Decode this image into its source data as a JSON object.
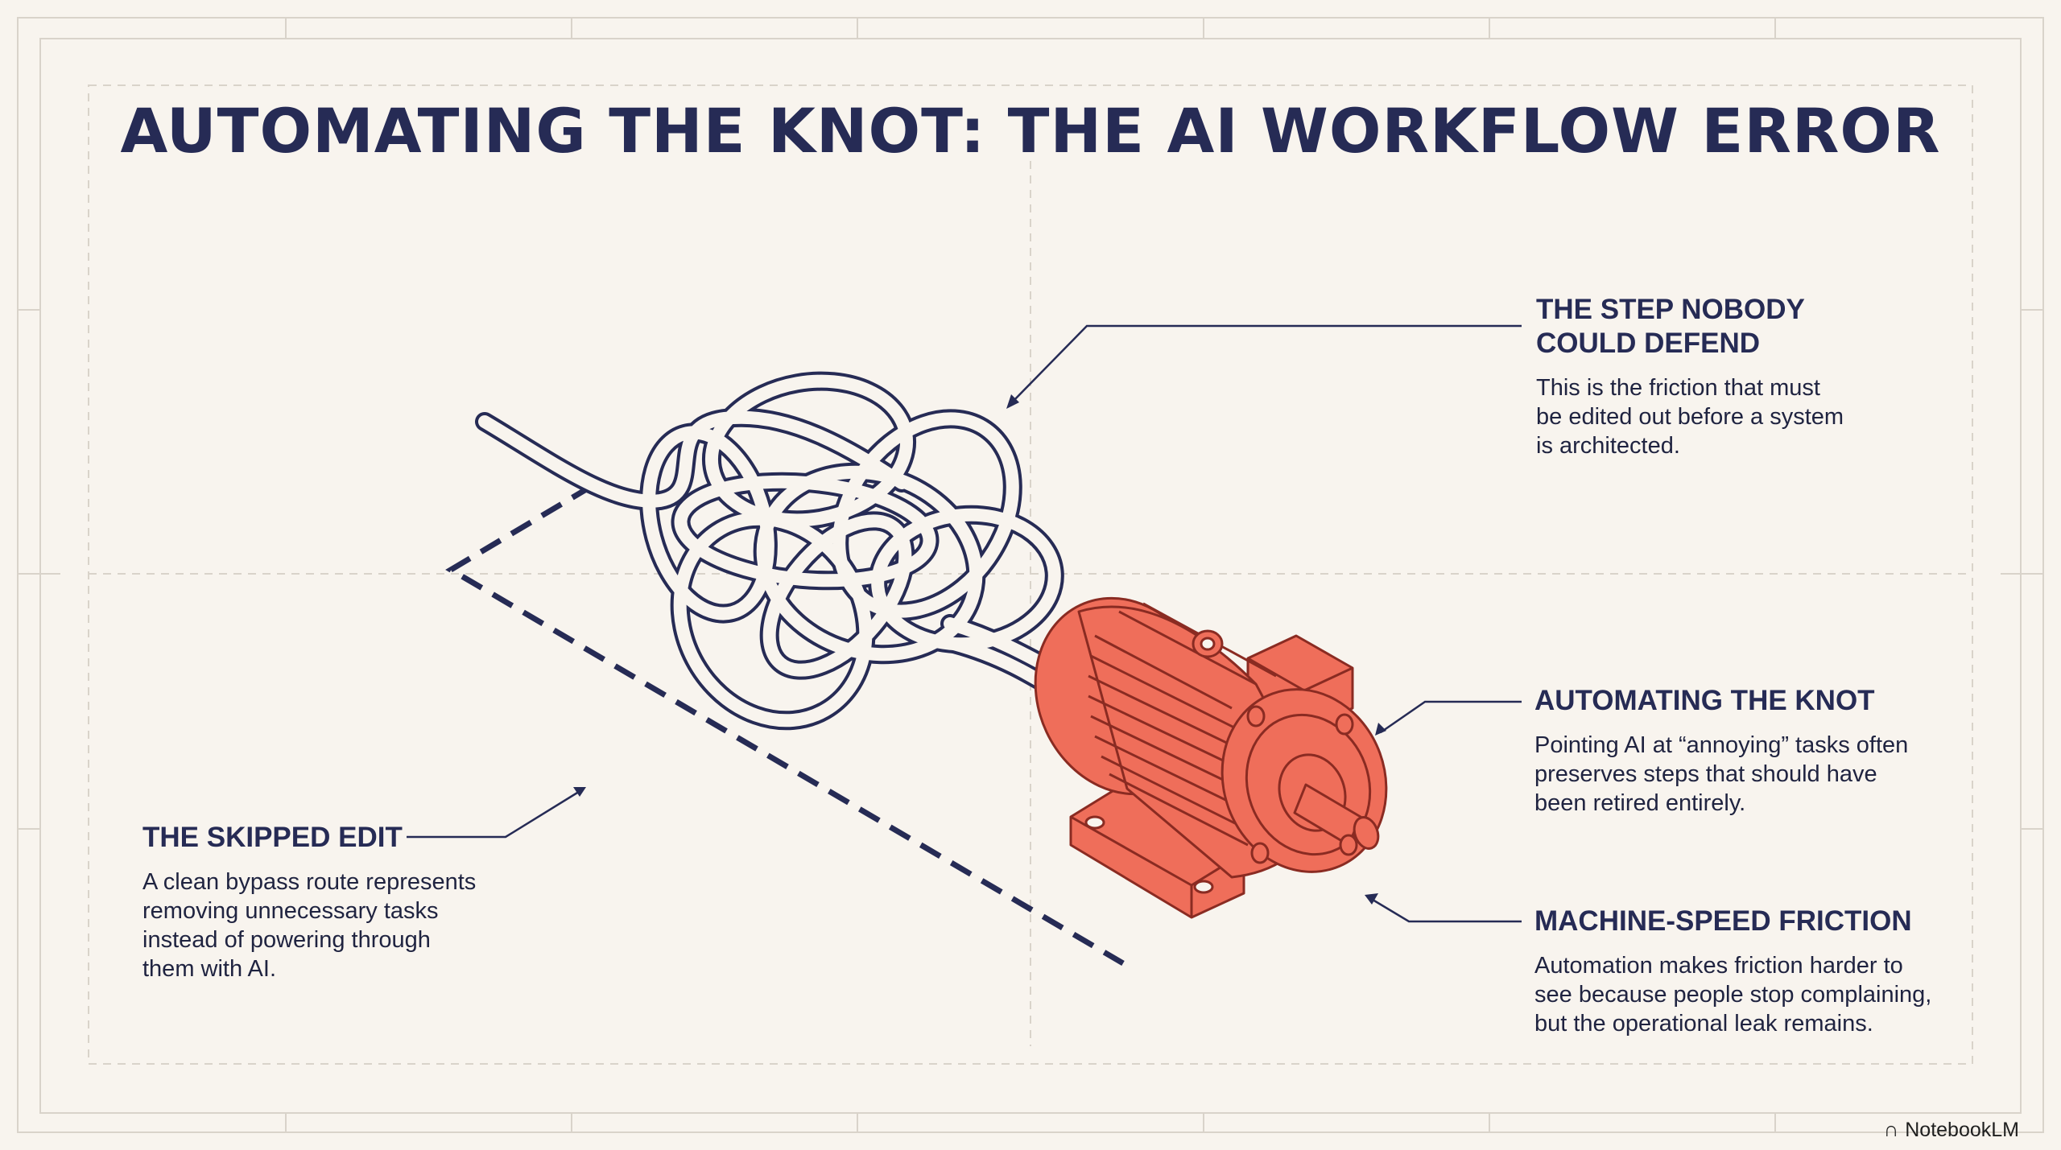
{
  "title": "AUTOMATING THE KNOT: THE AI WORKFLOW ERROR",
  "callouts": {
    "step": {
      "title_line1": "THE STEP NOBODY",
      "title_line2": "COULD DEFEND",
      "body_line1": "This is the friction that must",
      "body_line2": "be edited out before a system",
      "body_line3": "is architected."
    },
    "knot": {
      "title": "AUTOMATING THE KNOT",
      "body_line1": "Pointing AI at “annoying” tasks often",
      "body_line2": "preserves steps that should have",
      "body_line3": "been retired entirely."
    },
    "friction": {
      "title": "MACHINE-SPEED FRICTION",
      "body_line1": "Automation makes friction harder to",
      "body_line2": "see because people stop complaining,",
      "body_line3": "but the operational leak remains."
    },
    "skip": {
      "title": "THE SKIPPED EDIT",
      "body_line1": "A clean bypass route represents",
      "body_line2": "removing unnecessary tasks",
      "body_line3": "instead of powering through",
      "body_line4": "them with AI."
    }
  },
  "colors": {
    "background": "#f8f4ee",
    "ink": "#262b55",
    "motor": "#ef6e5a",
    "motor_dark": "#8a2b22"
  },
  "brand": {
    "icon": "notebook-logo-icon",
    "label": "NotebookLM"
  }
}
